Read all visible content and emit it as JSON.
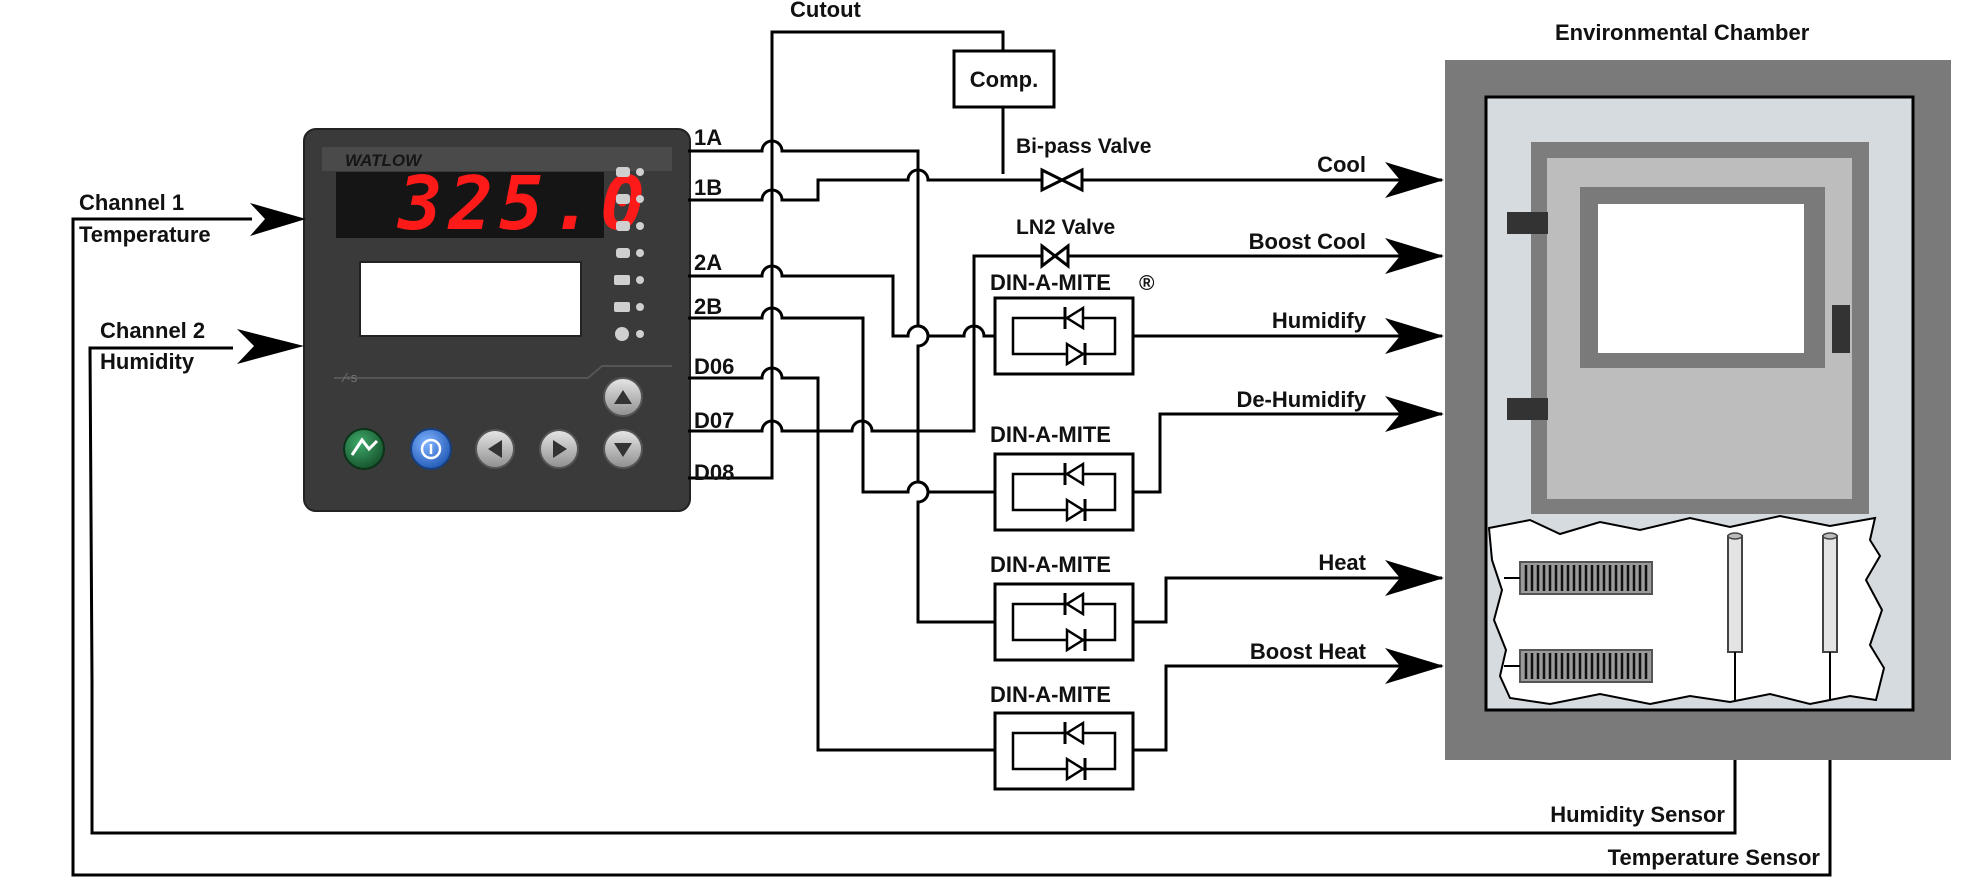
{
  "controller": {
    "brand": "WATLOW",
    "display_value": "325.0",
    "outputs": [
      "1A",
      "1B",
      "2A",
      "2B",
      "D06",
      "D07",
      "D08"
    ]
  },
  "inputs": {
    "channel1_line1": "Channel 1",
    "channel1_line2": "Temperature",
    "channel2_line1": "Channel 2",
    "channel2_line2": "Humidity"
  },
  "components": {
    "cutout": "Cutout",
    "compressor": "Comp.",
    "bipass_valve": "Bi-pass Valve",
    "ln2_valve": "LN2 Valve",
    "din_a_mite": "DIN-A-MITE",
    "registered": "®"
  },
  "chamber_outputs": [
    "Cool",
    "Boost Cool",
    "Humidify",
    "De-Humidify",
    "Heat",
    "Boost Heat"
  ],
  "chamber": {
    "title": "Environmental Chamber",
    "humidity_sensor": "Humidity Sensor",
    "temperature_sensor": "Temperature Sensor"
  },
  "colors": {
    "display_digits": "#ff1a1a",
    "controller_body": "#3a3a3a",
    "chamber_frame": "#7a7a7a",
    "chamber_inner": "#d6dbe0",
    "key_green": "#1f6b3a",
    "key_blue": "#2d6fd0"
  }
}
